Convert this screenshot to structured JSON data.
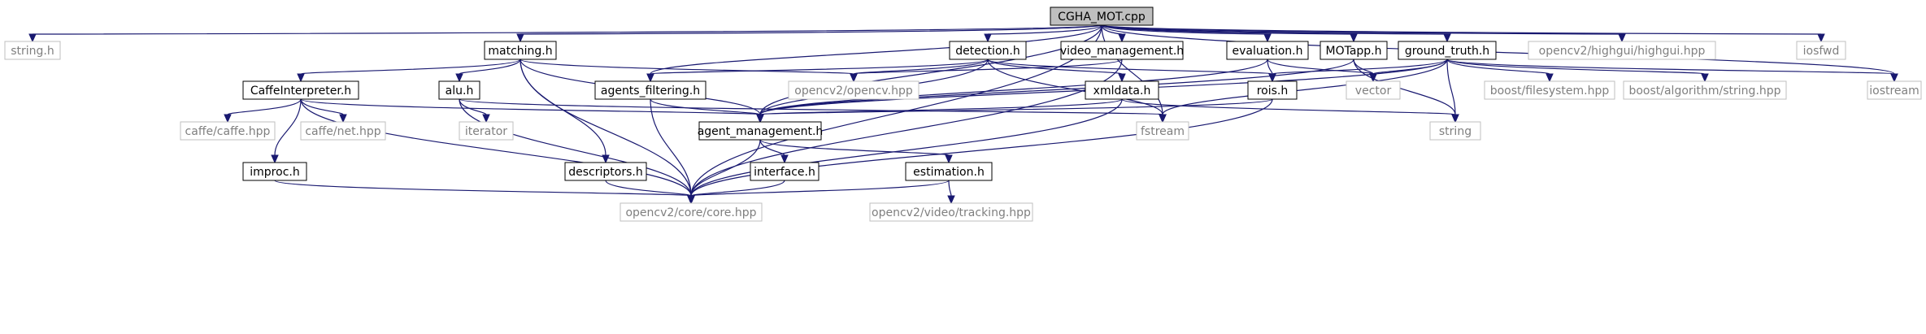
{
  "diagram": {
    "type": "include-dependency-graph",
    "colors": {
      "edge": "#191970",
      "local_border": "#000000",
      "system_border": "#bfbfbf",
      "system_text": "#7f7f7f",
      "root_fill": "#bfbfbf"
    },
    "nodes": {
      "root": {
        "label": "CGHA_MOT.cpp",
        "kind": "root"
      },
      "string_h": {
        "label": "string.h",
        "kind": "system"
      },
      "matching_h": {
        "label": "matching.h",
        "kind": "local"
      },
      "detection_h": {
        "label": "detection.h",
        "kind": "local"
      },
      "video_management_h": {
        "label": "video_management.h",
        "kind": "local"
      },
      "evaluation_h": {
        "label": "evaluation.h",
        "kind": "local"
      },
      "motapp_h": {
        "label": "MOTapp.h",
        "kind": "local"
      },
      "ground_truth_h": {
        "label": "ground_truth.h",
        "kind": "local"
      },
      "highgui_hpp": {
        "label": "opencv2/highgui/highgui.hpp",
        "kind": "system"
      },
      "iosfwd": {
        "label": "iosfwd",
        "kind": "system"
      },
      "caffeinterpreter_h": {
        "label": "CaffeInterpreter.h",
        "kind": "local"
      },
      "alu_h": {
        "label": "alu.h",
        "kind": "local"
      },
      "agents_filtering_h": {
        "label": "agents_filtering.h",
        "kind": "local"
      },
      "opencv_hpp": {
        "label": "opencv2/opencv.hpp",
        "kind": "system"
      },
      "xmldata_h": {
        "label": "xmldata.h",
        "kind": "local"
      },
      "rois_h": {
        "label": "rois.h",
        "kind": "local"
      },
      "vector": {
        "label": "vector",
        "kind": "system"
      },
      "filesystem_hpp": {
        "label": "boost/filesystem.hpp",
        "kind": "system"
      },
      "algorithm_string_hpp": {
        "label": "boost/algorithm/string.hpp",
        "kind": "system"
      },
      "iostream": {
        "label": "iostream",
        "kind": "system"
      },
      "caffe_hpp": {
        "label": "caffe/caffe.hpp",
        "kind": "system"
      },
      "net_hpp": {
        "label": "caffe/net.hpp",
        "kind": "system"
      },
      "iterator": {
        "label": "iterator",
        "kind": "system"
      },
      "agent_management_h": {
        "label": "agent_management.h",
        "kind": "local"
      },
      "fstream": {
        "label": "fstream",
        "kind": "system"
      },
      "string": {
        "label": "string",
        "kind": "system"
      },
      "improc_h": {
        "label": "improc.h",
        "kind": "local"
      },
      "descriptors_h": {
        "label": "descriptors.h",
        "kind": "local"
      },
      "interface_h": {
        "label": "interface.h",
        "kind": "local"
      },
      "estimation_h": {
        "label": "estimation.h",
        "kind": "local"
      },
      "core_hpp": {
        "label": "opencv2/core/core.hpp",
        "kind": "system"
      },
      "tracking_hpp": {
        "label": "opencv2/video/tracking.hpp",
        "kind": "system"
      }
    },
    "edges": [
      [
        "root",
        "string_h"
      ],
      [
        "root",
        "matching_h"
      ],
      [
        "root",
        "detection_h"
      ],
      [
        "root",
        "video_management_h"
      ],
      [
        "root",
        "evaluation_h"
      ],
      [
        "root",
        "motapp_h"
      ],
      [
        "root",
        "ground_truth_h"
      ],
      [
        "root",
        "highgui_hpp"
      ],
      [
        "root",
        "iosfwd"
      ],
      [
        "root",
        "iostream"
      ],
      [
        "root",
        "agents_filtering_h"
      ],
      [
        "root",
        "agent_management_h"
      ],
      [
        "root",
        "fstream"
      ],
      [
        "root",
        "core_hpp"
      ],
      [
        "matching_h",
        "caffeinterpreter_h"
      ],
      [
        "matching_h",
        "alu_h"
      ],
      [
        "matching_h",
        "opencv_hpp"
      ],
      [
        "matching_h",
        "agent_management_h"
      ],
      [
        "matching_h",
        "descriptors_h"
      ],
      [
        "matching_h",
        "core_hpp"
      ],
      [
        "detection_h",
        "agents_filtering_h"
      ],
      [
        "detection_h",
        "opencv_hpp"
      ],
      [
        "detection_h",
        "xmldata_h"
      ],
      [
        "detection_h",
        "rois_h"
      ],
      [
        "detection_h",
        "fstream"
      ],
      [
        "detection_h",
        "agent_management_h"
      ],
      [
        "video_management_h",
        "opencv_hpp"
      ],
      [
        "video_management_h",
        "core_hpp"
      ],
      [
        "evaluation_h",
        "rois_h"
      ],
      [
        "evaluation_h",
        "vector"
      ],
      [
        "evaluation_h",
        "agent_management_h"
      ],
      [
        "motapp_h",
        "vector"
      ],
      [
        "motapp_h",
        "string"
      ],
      [
        "motapp_h",
        "agent_management_h"
      ],
      [
        "ground_truth_h",
        "rois_h"
      ],
      [
        "ground_truth_h",
        "vector"
      ],
      [
        "ground_truth_h",
        "filesystem_hpp"
      ],
      [
        "ground_truth_h",
        "algorithm_string_hpp"
      ],
      [
        "ground_truth_h",
        "iostream"
      ],
      [
        "ground_truth_h",
        "string"
      ],
      [
        "ground_truth_h",
        "fstream"
      ],
      [
        "ground_truth_h",
        "agent_management_h"
      ],
      [
        "caffeinterpreter_h",
        "caffe_hpp"
      ],
      [
        "caffeinterpreter_h",
        "net_hpp"
      ],
      [
        "caffeinterpreter_h",
        "improc_h"
      ],
      [
        "caffeinterpreter_h",
        "core_hpp"
      ],
      [
        "caffeinterpreter_h",
        "agent_management_h"
      ],
      [
        "alu_h",
        "iterator"
      ],
      [
        "alu_h",
        "fstream"
      ],
      [
        "alu_h",
        "core_hpp"
      ],
      [
        "agents_filtering_h",
        "agent_management_h"
      ],
      [
        "agents_filtering_h",
        "core_hpp"
      ],
      [
        "xmldata_h",
        "agent_management_h"
      ],
      [
        "xmldata_h",
        "string"
      ],
      [
        "xmldata_h",
        "core_hpp"
      ],
      [
        "rois_h",
        "agent_management_h"
      ],
      [
        "rois_h",
        "core_hpp"
      ],
      [
        "agent_management_h",
        "interface_h"
      ],
      [
        "agent_management_h",
        "estimation_h"
      ],
      [
        "agent_management_h",
        "core_hpp"
      ],
      [
        "improc_h",
        "core_hpp"
      ],
      [
        "descriptors_h",
        "core_hpp"
      ],
      [
        "interface_h",
        "core_hpp"
      ],
      [
        "estimation_h",
        "core_hpp"
      ],
      [
        "estimation_h",
        "tracking_hpp"
      ]
    ]
  }
}
